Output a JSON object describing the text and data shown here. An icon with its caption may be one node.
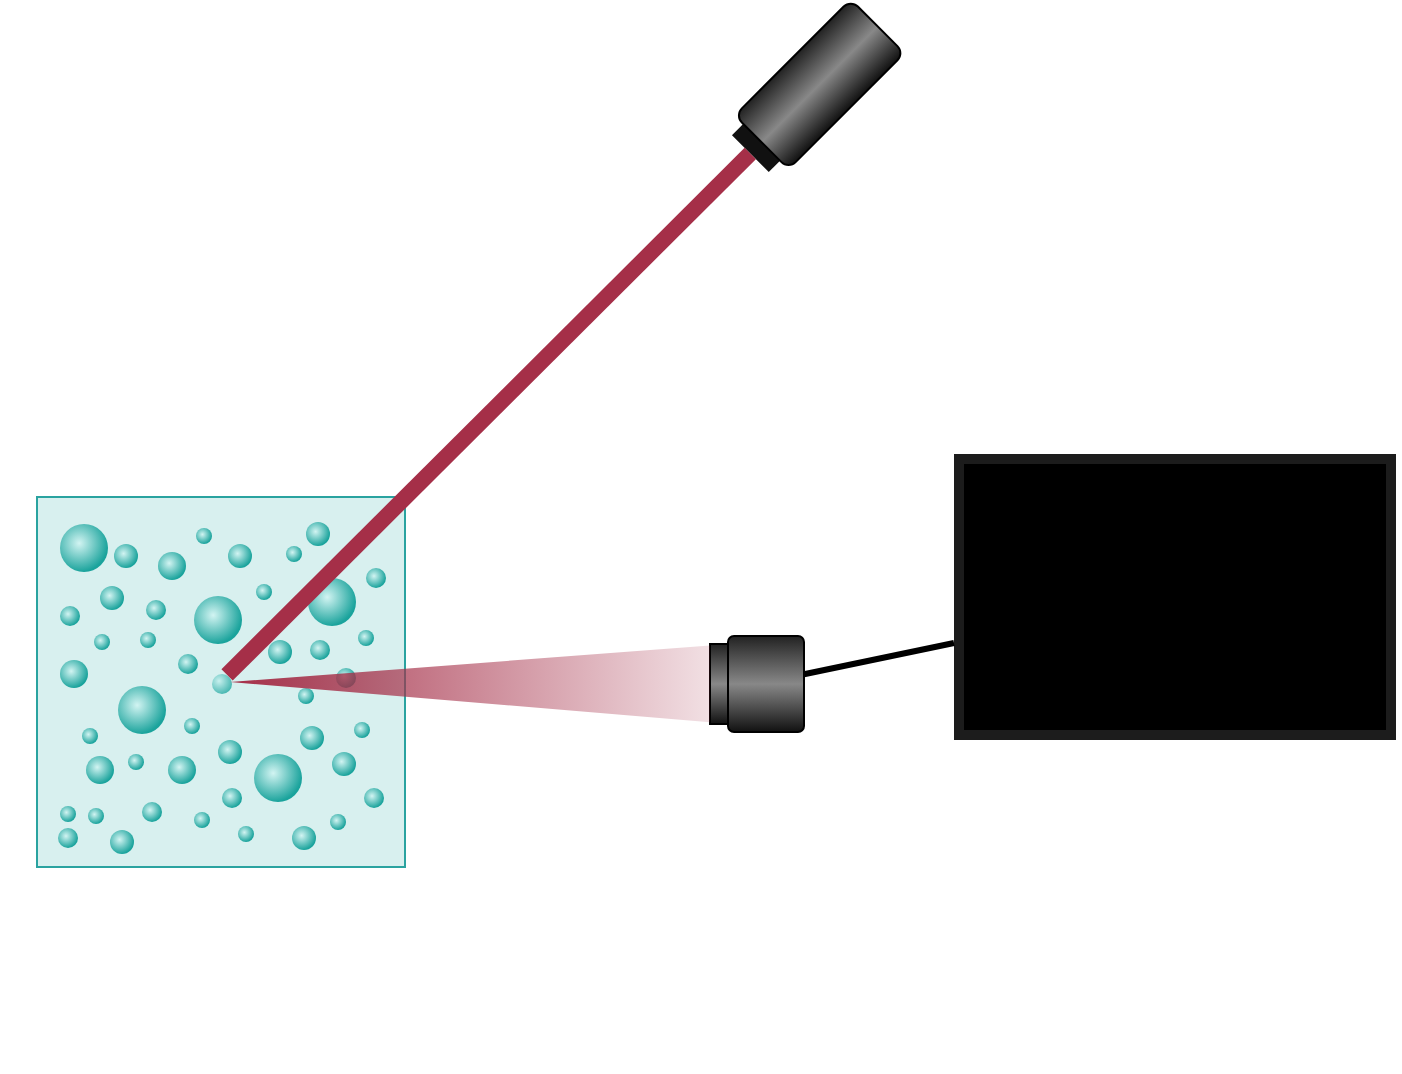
{
  "diagram": {
    "nodes": [
      {
        "text": [],
        "shape": "cylinder"
      },
      {
        "text": [],
        "shape": "box"
      },
      {
        "text": [],
        "shape": "circle",
        "in": 1
      },
      {
        "text": [],
        "shape": "cylinder"
      },
      {
        "text": [],
        "shape": "box"
      }
    ],
    "edges": [
      {
        "from": 0,
        "to": 2,
        "arrow": "none",
        "style": "thick",
        "color": "#a52f48"
      },
      {
        "from": 2,
        "to": 3,
        "arrow": "none",
        "style": "thick",
        "color": "#a52f48"
      },
      {
        "from": 3,
        "to": 4,
        "arrow": "none",
        "color": "#000000"
      }
    ]
  }
}
